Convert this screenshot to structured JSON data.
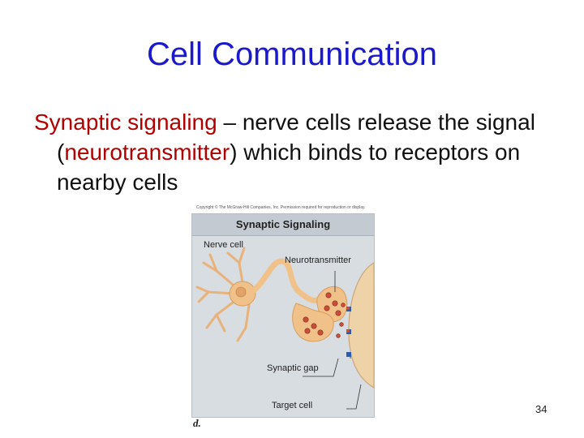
{
  "slide": {
    "title": "Cell Communication",
    "term": "Synaptic signaling",
    "text_1": " – nerve cells release the signal (",
    "emphasis": "neurotransmitter",
    "text_2": ") which binds to receptors on nearby cells",
    "page_number": "34"
  },
  "figure": {
    "copyright": "Copyright © The McGraw-Hill Companies, Inc. Permission required for reproduction or display.",
    "header": "Synaptic Signaling",
    "label_nerve_cell": "Nerve cell",
    "label_neurotransmitter": "Neurotransmitter",
    "label_synaptic_gap": "Synaptic gap",
    "label_target_cell": "Target cell",
    "panel_letter": "d."
  },
  "colors": {
    "title": "#1a1acc",
    "highlight": "#b00000",
    "neuron": "#f0c28a",
    "target_cell": "#eed2a8",
    "vesicle": "#c8503a",
    "receptor": "#2a5db0"
  }
}
